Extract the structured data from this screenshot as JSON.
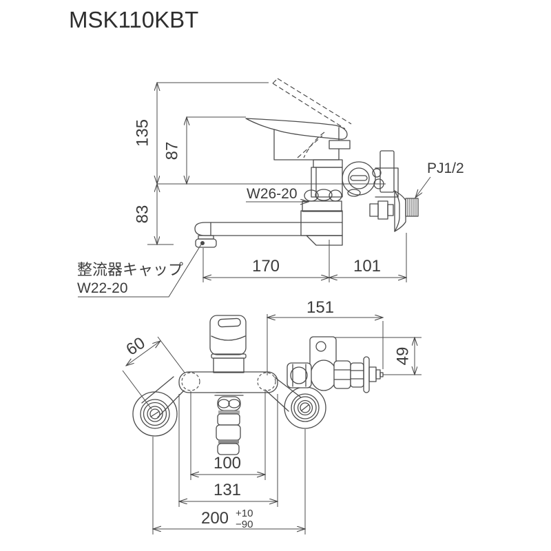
{
  "title": "MSK110KBT",
  "side_view": {
    "dim_total_height": "135",
    "dim_handle_height": "87",
    "dim_spout_drop": "83",
    "dim_spout_reach": "170",
    "dim_wall_offset": "101",
    "label_spout_thread": "W26-20",
    "label_wall_thread": "PJ1/2",
    "label_aerator_cap": "整流器キャップ",
    "label_aerator_thread": "W22-20"
  },
  "front_view": {
    "dim_leg_length": "60",
    "dim_pipe_pitch": "100",
    "dim_body_width": "131",
    "dim_mount_pitch": "200",
    "tol_plus": "+10",
    "tol_minus": "−90",
    "dim_outlet_reach": "151",
    "dim_outlet_drop": "49"
  },
  "colors": {
    "line": "#4a4a4a",
    "text": "#3c3c3c",
    "background": "#ffffff"
  }
}
